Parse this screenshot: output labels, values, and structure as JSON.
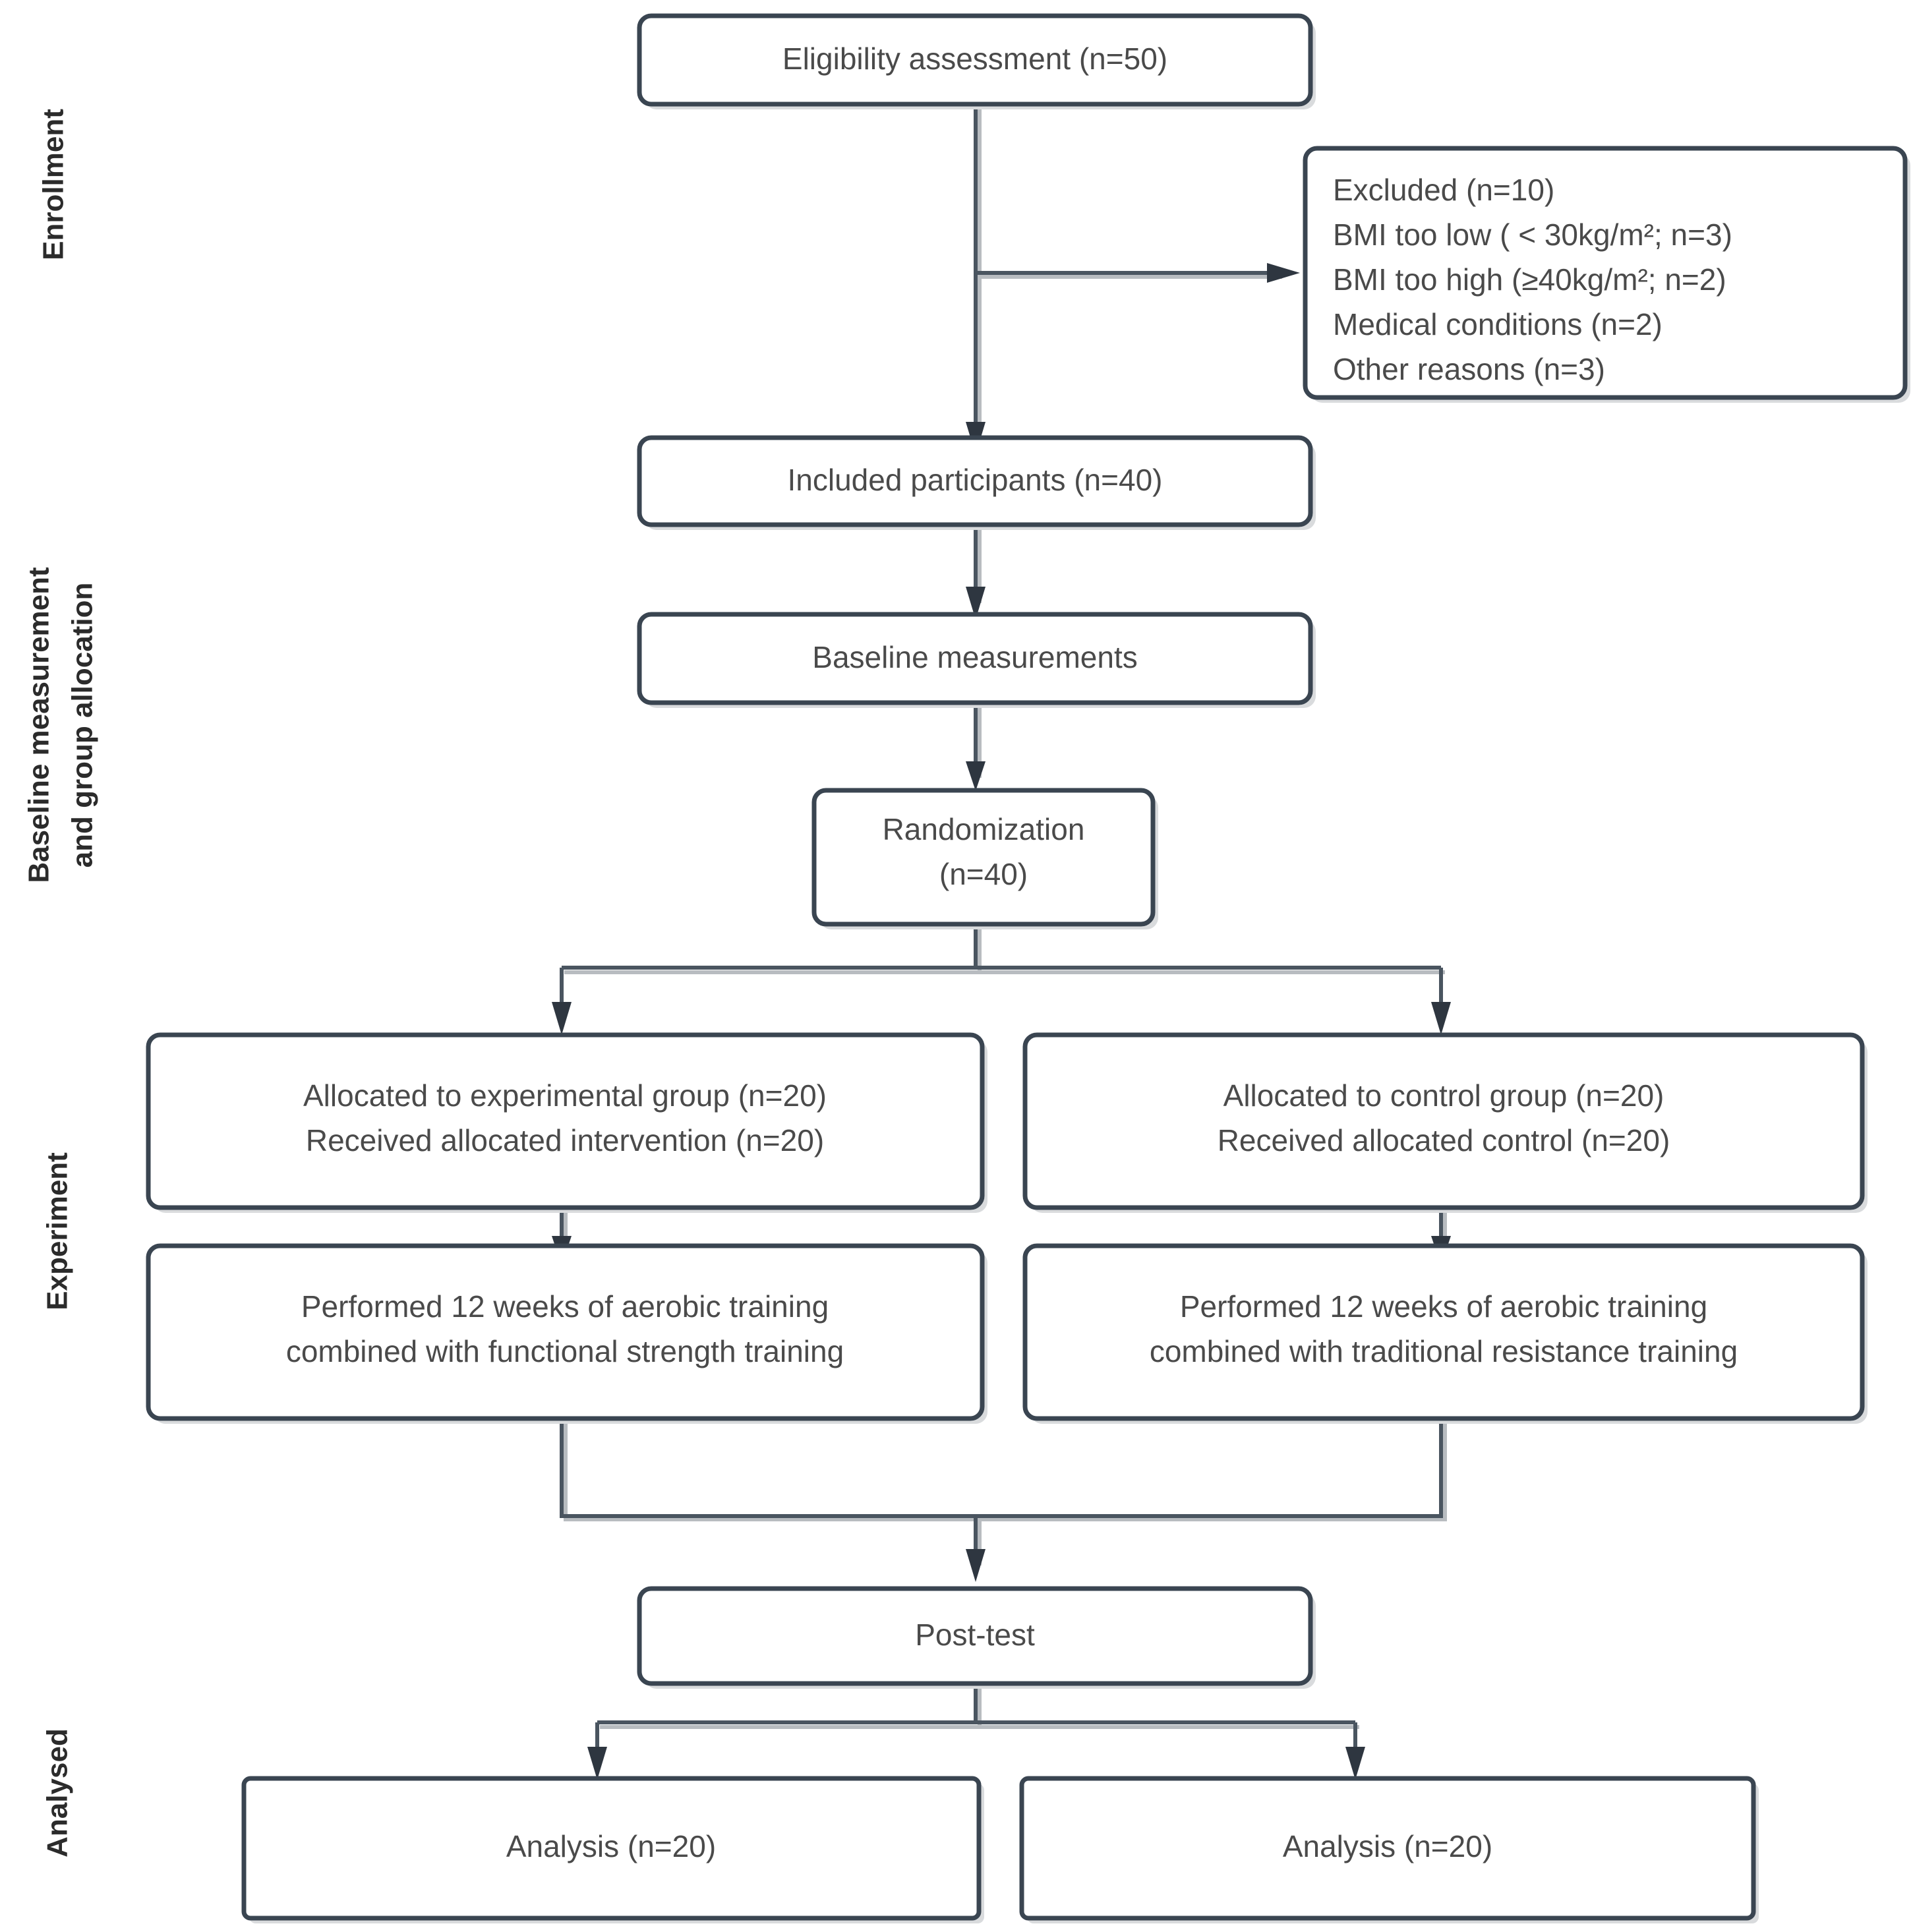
{
  "diagram": {
    "type": "consort-flowchart",
    "title_present": false,
    "stage_labels": [
      {
        "id": "enrollment",
        "text": "Enrollment",
        "lines": [
          "Enrollment"
        ]
      },
      {
        "id": "baseline",
        "text": "Baseline measurement and group allocation",
        "lines": [
          "Baseline measurement",
          "and group allocation"
        ]
      },
      {
        "id": "experiment",
        "text": "Experiment",
        "lines": [
          "Experiment"
        ]
      },
      {
        "id": "analysed",
        "text": "Analysed",
        "lines": [
          "Analysed"
        ]
      }
    ],
    "nodes": [
      {
        "id": "eligibility",
        "lines": [
          "Eligibility assessment (n=50)"
        ],
        "n": 50
      },
      {
        "id": "excluded",
        "align": "left",
        "lines": [
          "Excluded (n=10)",
          "BMI too low ( < 30kg/m²; n=3)",
          "BMI too high (≥40kg/m²; n=2)",
          "Medical conditions (n=2)",
          "Other reasons (n=3)"
        ],
        "n": 10
      },
      {
        "id": "included",
        "lines": [
          "Included participants (n=40)"
        ],
        "n": 40
      },
      {
        "id": "baseline_measurements",
        "lines": [
          "Baseline measurements"
        ]
      },
      {
        "id": "randomization",
        "lines": [
          "Randomization",
          "(n=40)"
        ],
        "n": 40
      },
      {
        "id": "alloc_experimental",
        "lines": [
          "Allocated to experimental group (n=20)",
          "Received allocated intervention (n=20)"
        ],
        "n": 20
      },
      {
        "id": "alloc_control",
        "lines": [
          "Allocated to control group (n=20)",
          "Received allocated control (n=20)"
        ],
        "n": 20
      },
      {
        "id": "training_experimental",
        "lines": [
          "Performed 12 weeks of aerobic training",
          "combined with functional strength training"
        ]
      },
      {
        "id": "training_control",
        "lines": [
          "Performed 12 weeks of aerobic training",
          "combined with traditional resistance training"
        ]
      },
      {
        "id": "posttest",
        "lines": [
          "Post-test"
        ]
      },
      {
        "id": "analysis_left",
        "lines": [
          "Analysis (n=20)"
        ],
        "n": 20
      },
      {
        "id": "analysis_right",
        "lines": [
          "Analysis (n=20)"
        ],
        "n": 20
      }
    ],
    "colors": {
      "box_border": "#3a4551",
      "box_fill": "#ffffff",
      "connector": "#4a5560",
      "text": "#4a4a4a",
      "label_text": "#2b2b2b",
      "background": "#ffffff"
    }
  }
}
